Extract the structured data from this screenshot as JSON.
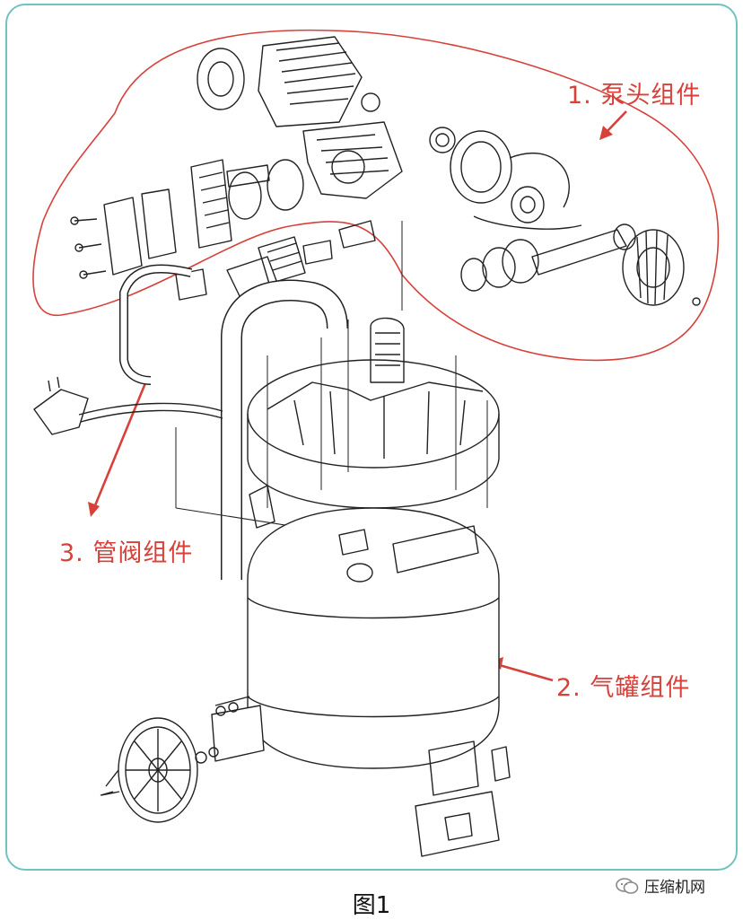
{
  "diagram": {
    "callouts": {
      "pump_head": "1. 泵头组件",
      "tank": "2. 气罐组件",
      "pipe_valve": "3. 管阀组件"
    },
    "colors": {
      "callout": "#d8403a",
      "line": "#222222",
      "frame": "#6fc3c0"
    }
  },
  "watermark": {
    "icon": "wechat-icon",
    "text": "压缩机网"
  },
  "caption": "图1"
}
